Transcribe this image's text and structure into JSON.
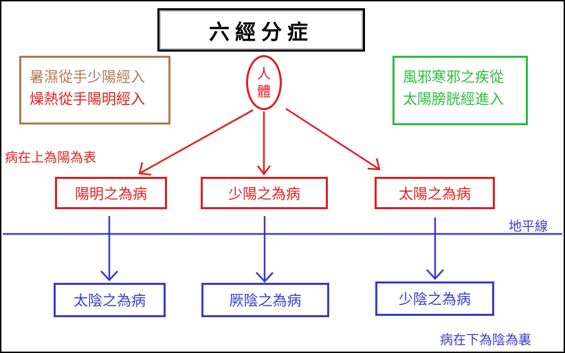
{
  "title": "六經分症",
  "notes": {
    "left_line1": "暑濕從手少陽經入",
    "left_line2": "燥熱從手陽明經入",
    "right_line1": "風邪寒邪之疾從",
    "right_line2": "太陽膀胱經進入"
  },
  "person": {
    "char1": "人",
    "char2": "體"
  },
  "upper_label": "病在上為陽為表",
  "horizon_label": "地平線",
  "lower_label": "病在下為陰為裏",
  "yang_boxes": [
    "陽明之為病",
    "少陽之為病",
    "太陽之為病"
  ],
  "yin_boxes": [
    "太陰之為病",
    "厥陰之為病",
    "少陰之為病"
  ],
  "colors": {
    "red": "#e02020",
    "blue": "#3b3bcc",
    "brown": "#b07a52",
    "green": "#2ebd3d"
  }
}
